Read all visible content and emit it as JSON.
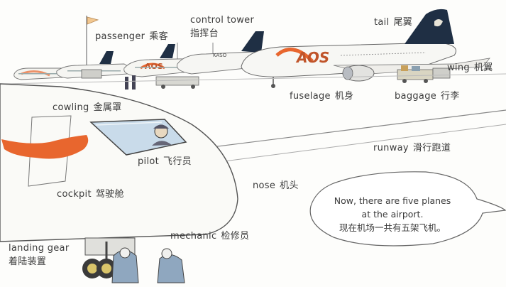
{
  "labels": {
    "passenger": {
      "en": "passenger",
      "zh": "乘客"
    },
    "control_tower": {
      "en": "control tower",
      "zh": "指挥台"
    },
    "tail": {
      "en": "tail",
      "zh": "尾翼"
    },
    "wing": {
      "en": "wing",
      "zh": "机翼"
    },
    "fuselage": {
      "en": "fuselage",
      "zh": "机身"
    },
    "baggage": {
      "en": "baggage",
      "zh": "行李"
    },
    "cowling": {
      "en": "cowling",
      "zh": "金属罩"
    },
    "pilot": {
      "en": "pilot",
      "zh": "飞行员"
    },
    "runway": {
      "en": "runway",
      "zh": "滑行跑道"
    },
    "nose": {
      "en": "nose",
      "zh": "机头"
    },
    "cockpit": {
      "en": "cockpit",
      "zh": "驾驶舱"
    },
    "mechanic": {
      "en": "mechanic",
      "zh": "检修员"
    },
    "landing_gear": {
      "en": "landing gear",
      "zh": "着陆装置"
    }
  },
  "bubble": {
    "line1": "Now, there are five planes",
    "line2": "at the airport.",
    "line3": "现在机场一共有五架飞机。"
  },
  "livery": {
    "text": "AOS",
    "fuselage_text": "KASO"
  },
  "colors": {
    "brand_orange": "#e8662e",
    "tail_dark": "#1f2f44",
    "line": "#555555",
    "window_blue": "#c9dbea"
  }
}
